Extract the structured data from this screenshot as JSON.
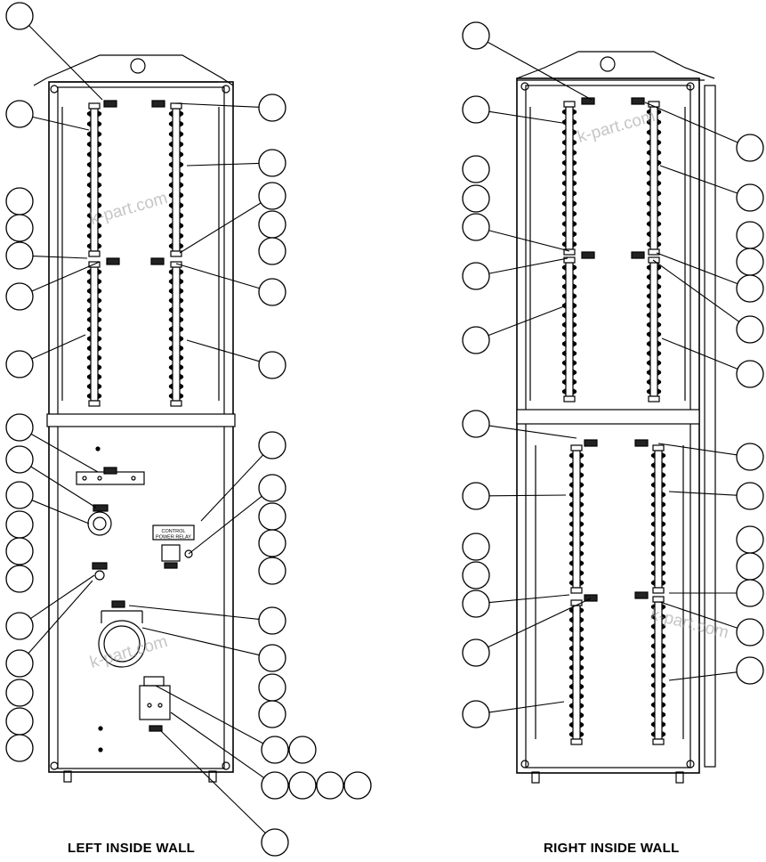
{
  "captions": {
    "left": "LEFT INSIDE WALL",
    "right": "RIGHT INSIDE WALL"
  },
  "labels": {
    "control_power_relay_line1": "CONTROL",
    "control_power_relay_line2": "POWER RELAY"
  },
  "watermark": "k-part.com",
  "colors": {
    "stroke": "#000000",
    "background": "#ffffff",
    "watermark": "#969696"
  }
}
